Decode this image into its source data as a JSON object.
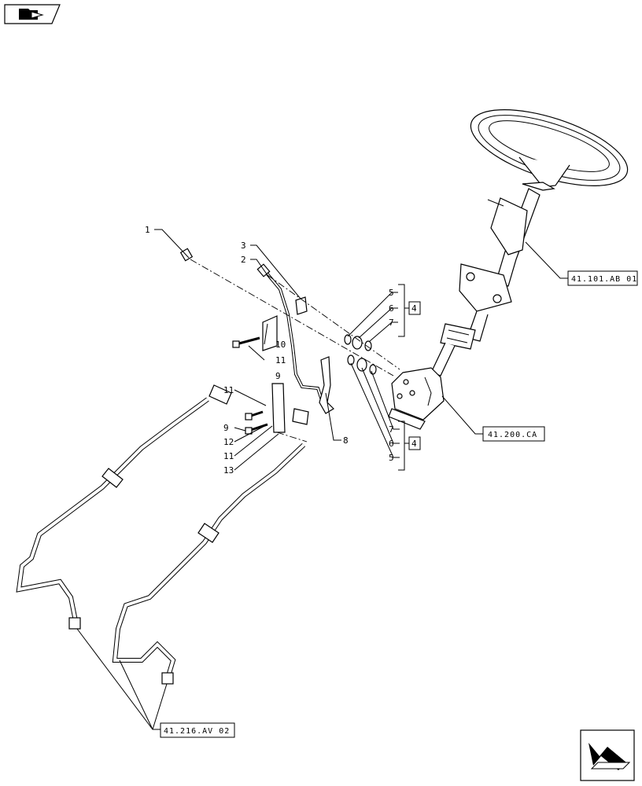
{
  "nav": {
    "prev_icon": "back-arrow-folder-icon",
    "next_icon": "forward-arrow-box-icon"
  },
  "callouts": [
    "1",
    "2",
    "3",
    "4",
    "5",
    "6",
    "7",
    "8",
    "9",
    "10",
    "11",
    "12",
    "13"
  ],
  "labels": {
    "c1": "1",
    "c2": "2",
    "c3": "3",
    "c4a": "4",
    "c5a": "5",
    "c6a": "6",
    "c7a": "7",
    "c10": "10",
    "c11a": "11",
    "c9a": "9",
    "c8": "8",
    "c11b": "11",
    "c9b": "9",
    "c12": "12",
    "c11c": "11",
    "c13": "13",
    "c7b": "7",
    "c6b": "6",
    "c5b": "5",
    "c4b": "4"
  },
  "references": {
    "steering_column": "41.101.AB 01",
    "steering_unit": "41.200.CA",
    "hoses": "41.216.AV 02"
  }
}
